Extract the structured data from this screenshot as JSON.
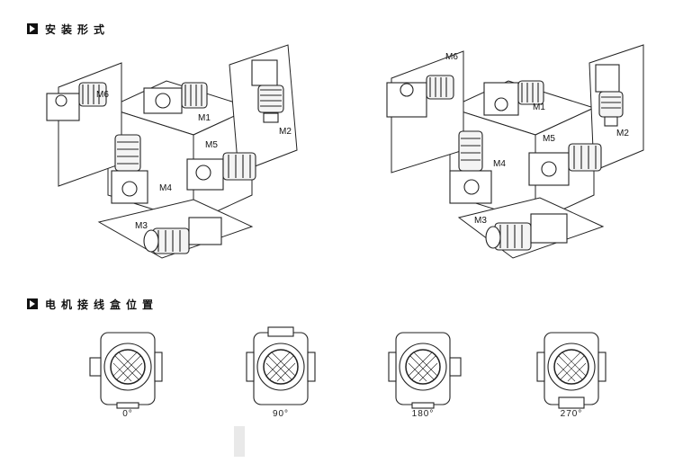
{
  "sections": {
    "mounting": {
      "title": "安装形式"
    },
    "terminal_box": {
      "title": "电机接线盒位置"
    }
  },
  "mount_labels": [
    "M1",
    "M2",
    "M3",
    "M4",
    "M5",
    "M6"
  ],
  "positions": [
    "0°",
    "90°",
    "180°",
    "270°"
  ]
}
